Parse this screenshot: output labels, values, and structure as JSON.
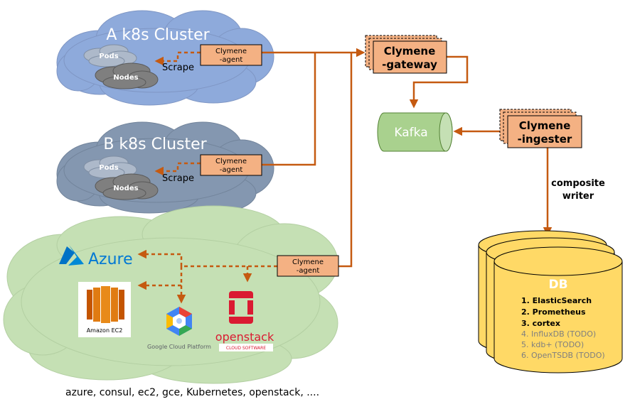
{
  "clusters": {
    "a_title": "A k8s Cluster",
    "b_title": "B k8s Cluster",
    "pods": "Pods",
    "nodes": "Nodes",
    "scrape": "Scrape"
  },
  "agent": {
    "line1": "Clymene",
    "line2": "-agent"
  },
  "gateway": {
    "line1": "Clymene",
    "line2": "-gateway"
  },
  "ingester": {
    "line1": "Clymene",
    "line2": "-ingester"
  },
  "kafka": {
    "label": "Kafka"
  },
  "writer": {
    "line1": "composite",
    "line2": "writer"
  },
  "providers": {
    "azure": "Azure",
    "ec2": "Amazon EC2",
    "gcp": "Google Cloud Platform",
    "openstack": "openstack",
    "openstack_sub": "CLOUD SOFTWARE"
  },
  "db": {
    "title": "DB",
    "items": [
      "1. ElasticSearch",
      "2. Prometheus",
      "3. cortex",
      "4. InfluxDB (TODO)",
      "5. kdb+ (TODO)",
      "6. OpenTSDB (TODO)"
    ]
  },
  "footer": "azure, consul, ec2, gce, Kubernetes, openstack, ....",
  "colors": {
    "arrow": "#c55a11",
    "cloud_a": "#8eaadb",
    "cloud_b": "#8497b0",
    "cloud_c": "#c5e0b4",
    "box": "#f4b183",
    "kafka": "#a9d18e",
    "db": "#ffd966"
  }
}
